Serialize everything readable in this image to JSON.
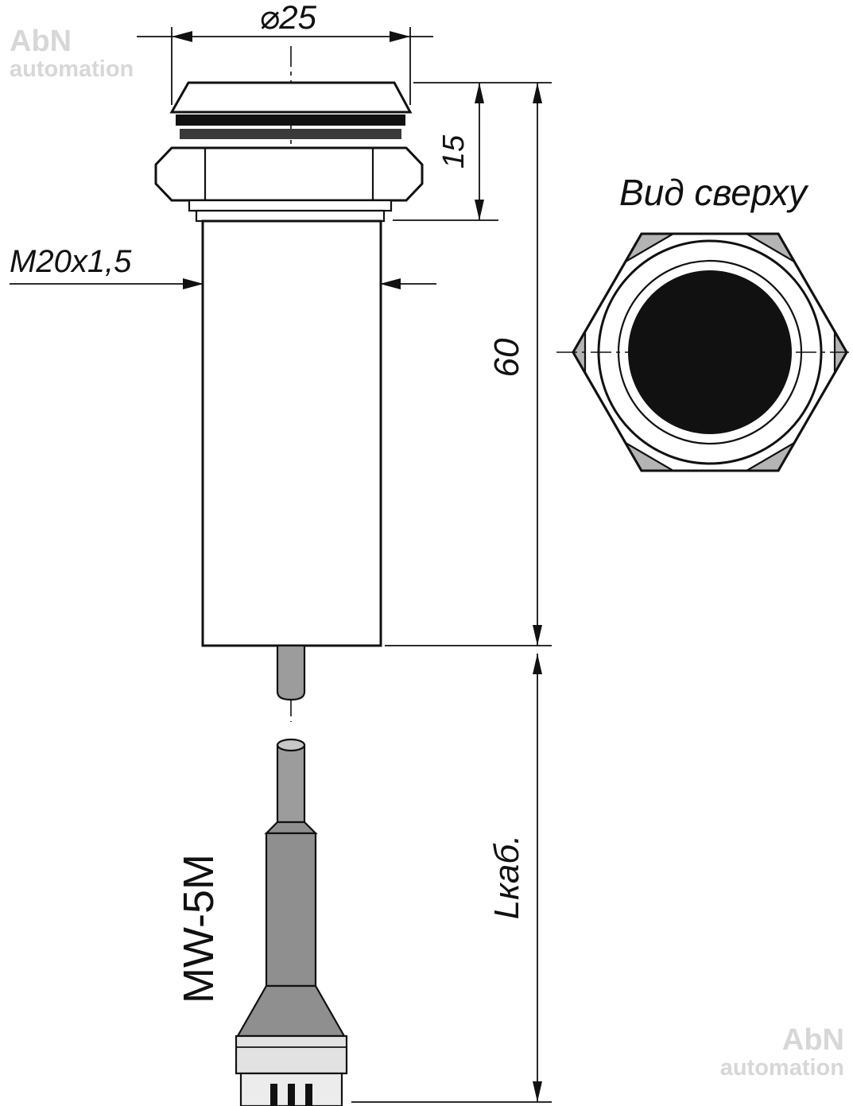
{
  "drawing": {
    "type": "sensor dimensional drawing",
    "labels": {
      "diameter": "⌀25",
      "head_height": "15",
      "thread": "M20x1,5",
      "body_length": "60",
      "cable_length": "Lкаб.",
      "connector_model": "MW-5M",
      "top_view_title": "Вид сверху"
    }
  },
  "watermark": {
    "brand": "AbN",
    "sub": "automation"
  },
  "colors": {
    "line": "#111111",
    "body_fill": "#ffffff",
    "cable_gray": "#9c9c9c",
    "cable_end_gray": "#c8c8c8",
    "sleeve_gray": "#8f8f8f",
    "housing_gray": "#e2e2e2",
    "base_gray": "#ececec",
    "chamfer_gray": "#b4b4b4",
    "gasket_black": "#111111",
    "washer_dark": "#3a3a3a",
    "sensor_face_black": "#111111",
    "watermark_gray": "#d7d7d7"
  }
}
